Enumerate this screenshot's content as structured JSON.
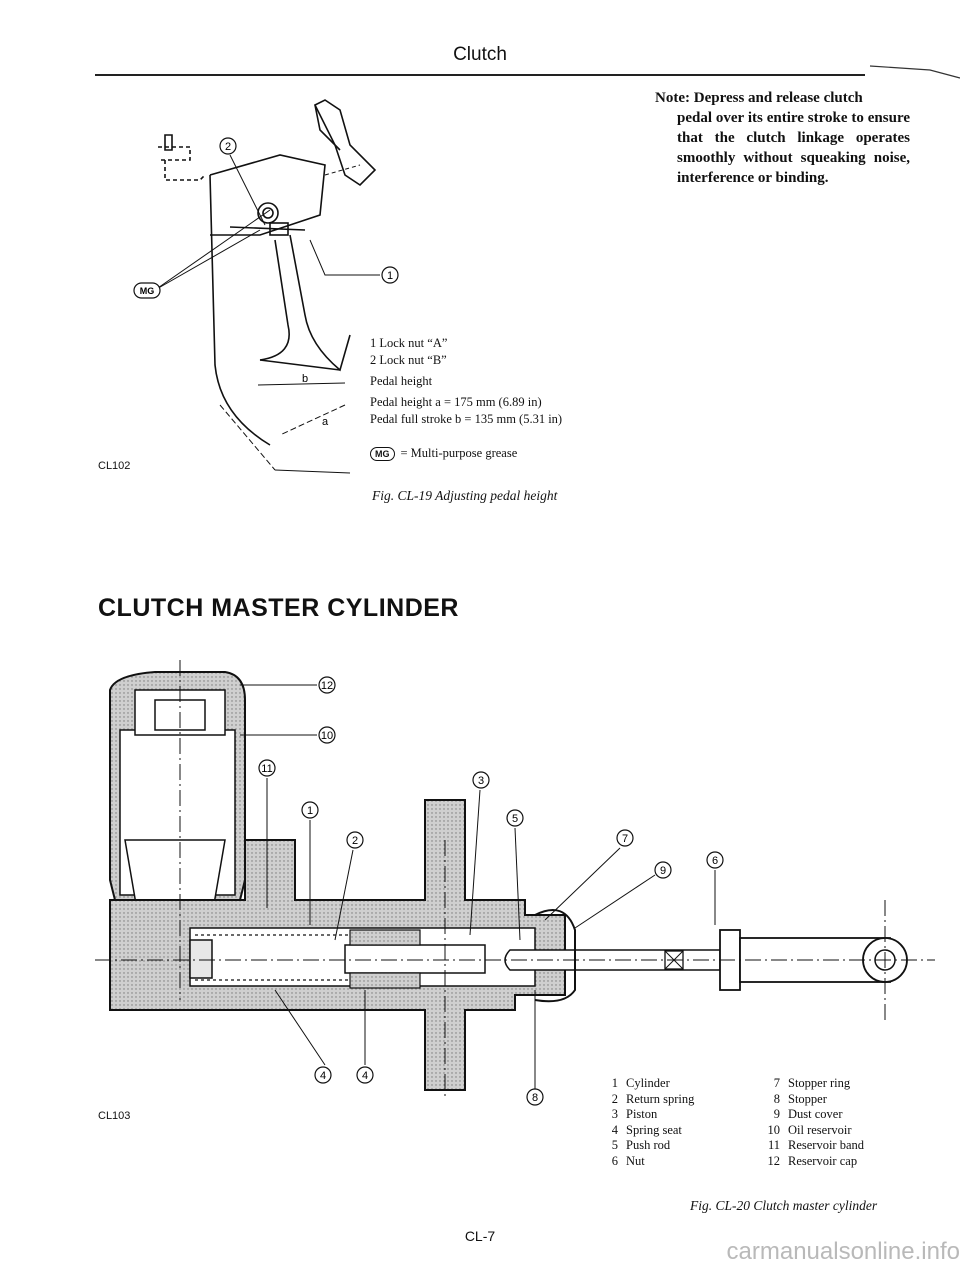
{
  "header": {
    "title": "Clutch"
  },
  "note": {
    "lead": "Note: Depress and release clutch",
    "rest": "pedal over its entire stroke to ensure that the clutch linkage operates smoothly without squeaking noise, interference or binding."
  },
  "section_heading": "CLUTCH MASTER CYLINDER",
  "figure_19": {
    "code": "CL102",
    "legend": [
      "1  Lock nut “A”",
      "2  Lock nut “B”",
      "Pedal height",
      "Pedal height a = 175 mm (6.89 in)",
      "Pedal full stroke b = 135 mm (5.31 in)"
    ],
    "mg_badge": "MG",
    "mg_text": "= Multi-purpose grease",
    "caption": "Fig. CL-19  Adjusting pedal height",
    "callouts": {
      "c1": "1",
      "c2": "2",
      "mg": "MG",
      "a": "a",
      "b": "b"
    }
  },
  "figure_20": {
    "code": "CL103",
    "caption": "Fig. CL-20  Clutch master cylinder",
    "parts_left": [
      {
        "num": "1",
        "name": "Cylinder"
      },
      {
        "num": "2",
        "name": "Return spring"
      },
      {
        "num": "3",
        "name": "Piston"
      },
      {
        "num": "4",
        "name": "Spring seat"
      },
      {
        "num": "5",
        "name": "Push rod"
      },
      {
        "num": "6",
        "name": "Nut"
      }
    ],
    "parts_right": [
      {
        "num": "7",
        "name": "Stopper ring"
      },
      {
        "num": "8",
        "name": "Stopper"
      },
      {
        "num": "9",
        "name": "Dust cover"
      },
      {
        "num": "10",
        "name": "Oil reservoir"
      },
      {
        "num": "11",
        "name": "Reservoir band"
      },
      {
        "num": "12",
        "name": "Reservoir cap"
      }
    ],
    "callouts": [
      "12",
      "10",
      "11",
      "1",
      "2",
      "3",
      "5",
      "7",
      "9",
      "6",
      "4",
      "4",
      "8"
    ]
  },
  "page_number": "CL-7",
  "watermark": "carmanualsonline.info"
}
